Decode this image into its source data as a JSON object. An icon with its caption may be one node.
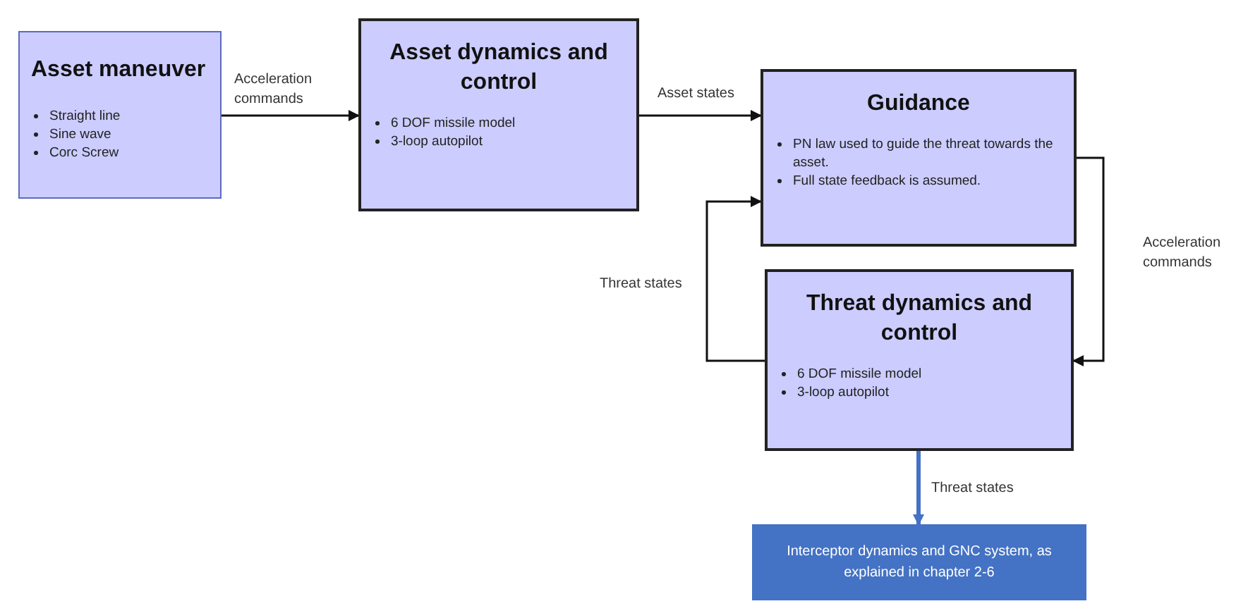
{
  "diagram": {
    "nodes": [
      {
        "text": [
          "Asset maneuver",
          "Straight line",
          "Sine wave",
          "Corc Screw"
        ]
      },
      {
        "text": [
          "Asset dynamics and control",
          "6 DOF missile model",
          "3-loop autopilot"
        ]
      },
      {
        "text": [
          "Guidance",
          "PN law used to guide the threat towards the asset.",
          "Full state feedback is assumed."
        ]
      },
      {
        "text": [
          "Threat dynamics and control",
          "6 DOF missile model",
          "3-loop autopilot"
        ]
      },
      {
        "text": [
          "Interceptor dynamics and GNC system, as explained in chapter 2-6"
        ]
      }
    ],
    "edges": [
      {
        "from": 0,
        "to": 1,
        "arrow": "to",
        "label": "Acceleration commands"
      },
      {
        "from": 1,
        "to": 2,
        "arrow": "to",
        "label": "Asset states"
      },
      {
        "from": 2,
        "to": 3,
        "arrow": "to",
        "label": "Acceleration commands"
      },
      {
        "from": 3,
        "to": 2,
        "arrow": "to",
        "label": "Threat states"
      },
      {
        "from": 3,
        "to": 4,
        "arrow": "to",
        "label": "Threat states",
        "style": "thick",
        "color": "#4472c4"
      }
    ]
  }
}
